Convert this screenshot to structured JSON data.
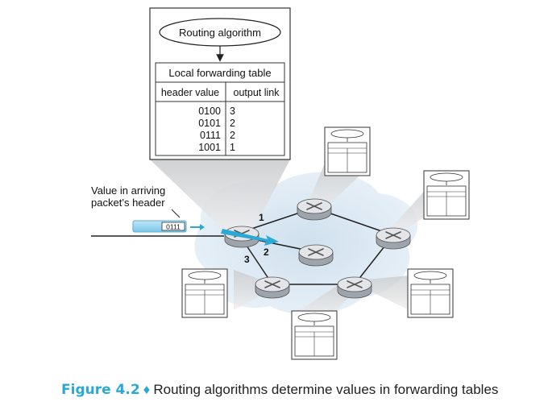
{
  "table": {
    "algorithm_label": "Routing algorithm",
    "title": "Local forwarding table",
    "col_header": "header value",
    "col_link": "output link",
    "rows": [
      {
        "header": "0100",
        "link": "3"
      },
      {
        "header": "0101",
        "link": "2"
      },
      {
        "header": "0111",
        "link": "2"
      },
      {
        "header": "1001",
        "link": "1"
      }
    ]
  },
  "arriving": {
    "label_line1": "Value in arriving",
    "label_line2": "packet’s header",
    "packet_value": "0111"
  },
  "links": {
    "one": "1",
    "two": "2",
    "three": "3"
  },
  "caption": {
    "figure": "Figure 4.2",
    "separator": "♦",
    "text": "Routing algorithms determine values in forwarding tables"
  },
  "colors": {
    "accent": "#2aa9d6",
    "cloud": "#dbe8f3",
    "router_top": "#e3e5e8",
    "router_side": "#9ea4ab",
    "callout": "#d9dadc"
  }
}
